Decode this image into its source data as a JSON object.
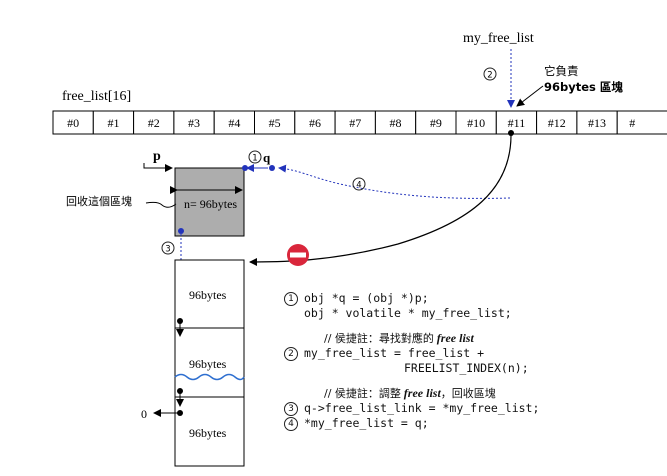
{
  "title_label": "my_free_list",
  "array_label": "free_list[16]",
  "cells": [
    "#0",
    "#1",
    "#2",
    "#3",
    "#4",
    "#5",
    "#6",
    "#7",
    "#8",
    "#9",
    "#10",
    "#11",
    "#12",
    "#13",
    "#"
  ],
  "highlight_cell": "#11",
  "responsibility_note": {
    "line1": "它負責",
    "line2": "96bytes 區塊"
  },
  "block_labels": {
    "p": "p",
    "q": "q",
    "n_label": "n= 96bytes",
    "recycle_note": "回收這個區塊",
    "zero": "0"
  },
  "list_blocks": [
    "96bytes",
    "96bytes",
    "96bytes"
  ],
  "step_markers": {
    "s1": "①",
    "s2": "②",
    "s3": "③",
    "s4": "④"
  },
  "code": {
    "c1": "obj *q = (obj *)p;",
    "c2": "obj * volatile * my_free_list;",
    "comment1_prefix": "// 侯捷註：尋找對應的",
    "comment1_em": "free list",
    "c3": "my_free_list = free_list +",
    "c4": "FREELIST_INDEX(n);",
    "comment2_prefix": "// 侯捷註：調整",
    "comment2_em": "free list",
    "comment2_suffix": "，回收區塊",
    "c5": "q->free_list_link = *my_free_list;",
    "c6": "*my_free_list = q;"
  },
  "colors": {
    "gray_block": "#adadad",
    "blue": "#2233bb",
    "red": "#d9263b",
    "wave": "#2e6fd0"
  }
}
